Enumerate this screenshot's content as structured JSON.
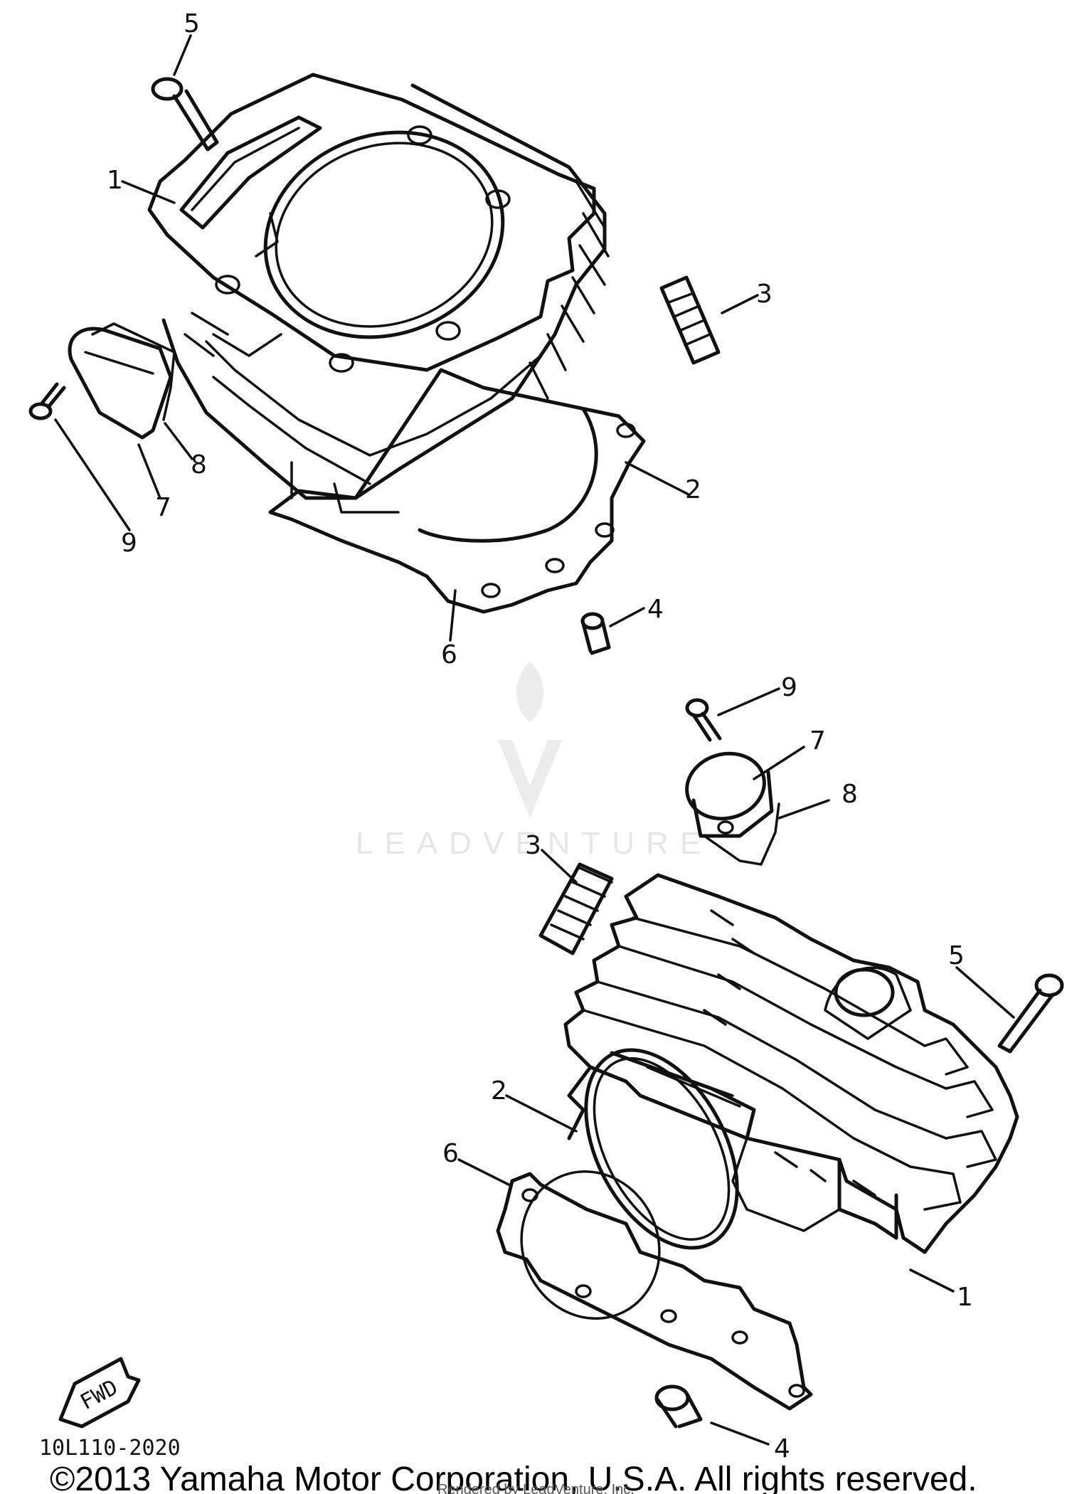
{
  "labels": {
    "top_1": "1",
    "top_2": "2",
    "top_3": "3",
    "top_4": "4",
    "top_5": "5",
    "top_6": "6",
    "top_7": "7",
    "top_8": "8",
    "top_9": "9",
    "bot_1": "1",
    "bot_2": "2",
    "bot_3": "3",
    "bot_4": "4",
    "bot_5": "5",
    "bot_6": "6",
    "bot_7": "7",
    "bot_8": "8",
    "bot_9": "9"
  },
  "fwd_marker": "FWD",
  "diagram_code": "10L110-2020",
  "watermark": "LEADVENTURE",
  "copyright": "©2013 Yamaha Motor Corporation, U.S.A. All rights reserved.",
  "rendered_by": "Rendered by LeadVenture, Inc."
}
